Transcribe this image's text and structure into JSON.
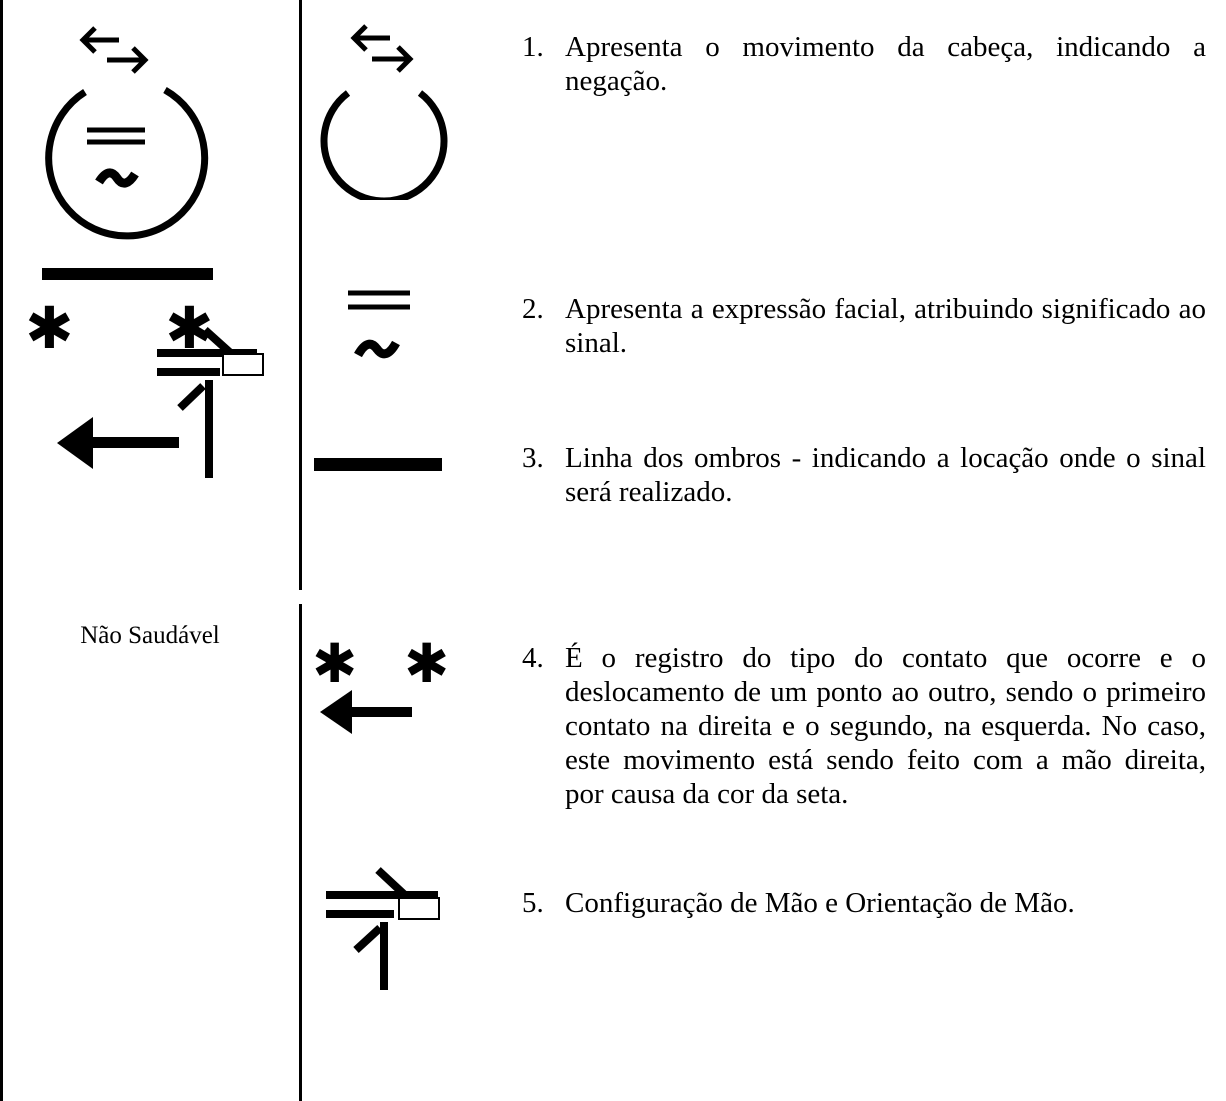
{
  "caption": "Não Saudável",
  "items": [
    {
      "num": "1.",
      "text": "Apresenta o movimento da cabeça, indicando a negação."
    },
    {
      "num": "2.",
      "text": "Apresenta a expressão facial, atribuindo significado ao sinal."
    },
    {
      "num": "3.",
      "text": "Linha dos ombros - indicando a locação onde o sinal será realizado."
    },
    {
      "num": "4.",
      "text": "É o registro do tipo do contato que ocorre e o deslocamento de um ponto ao outro, sendo o primeiro contato na direita e o segundo, na esquerda. No caso, este movimento está sendo feito com a mão direita, por causa da cor da seta."
    },
    {
      "num": "5.",
      "text": "Configuração de Mão e Orientação de Mão."
    }
  ],
  "icons": [
    "head-movement-icon",
    "facial-expression-icon",
    "shoulder-line-icon",
    "contact-movement-icon",
    "hand-configuration-icon"
  ]
}
